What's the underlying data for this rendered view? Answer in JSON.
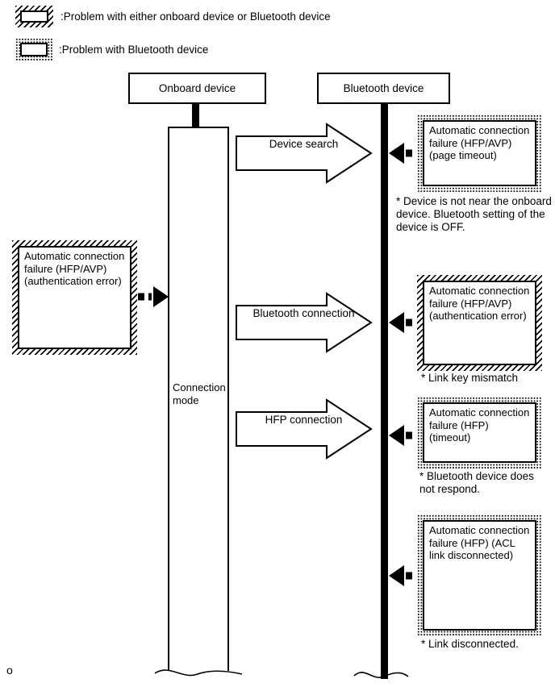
{
  "colors": {
    "foreground": "#000000",
    "background": "#ffffff"
  },
  "legend": {
    "items": [
      {
        "pattern": "hatch",
        "label": ":Problem with either onboard device or Bluetooth device"
      },
      {
        "pattern": "dots",
        "label": ":Problem with Bluetooth device"
      }
    ]
  },
  "actors": {
    "onboard": {
      "label": "Onboard device"
    },
    "bluetooth": {
      "label": "Bluetooth device"
    }
  },
  "lifeline": {
    "mode_label": "Connection mode"
  },
  "flow_arrows": [
    {
      "label": "Device search"
    },
    {
      "label": "Bluetooth connection"
    },
    {
      "label": "HFP connection"
    }
  ],
  "onboard_failure": {
    "pattern": "hatch",
    "text": "Automatic connection failure (HFP/AVP) (authentication error)"
  },
  "bluetooth_failures": [
    {
      "pattern": "dots",
      "text": "Automatic connection failure (HFP/AVP) (page timeout)",
      "note_lines": [
        "* Device is not near the onboard",
        "device. Bluetooth setting of the",
        "device is OFF."
      ]
    },
    {
      "pattern": "hatch",
      "text": "Automatic connection failure (HFP/AVP) (authentication error)",
      "note_lines": [
        "* Link key mismatch"
      ]
    },
    {
      "pattern": "dots",
      "text": "Automatic connection failure (HFP) (timeout)",
      "note_lines": [
        "* Bluetooth device does",
        "not respond."
      ]
    },
    {
      "pattern": "dots",
      "text": "Automatic connection failure (HFP) (ACL link disconnected)",
      "note_lines": [
        "* Link disconnected."
      ]
    }
  ],
  "footer": {
    "page_mark": "o"
  }
}
